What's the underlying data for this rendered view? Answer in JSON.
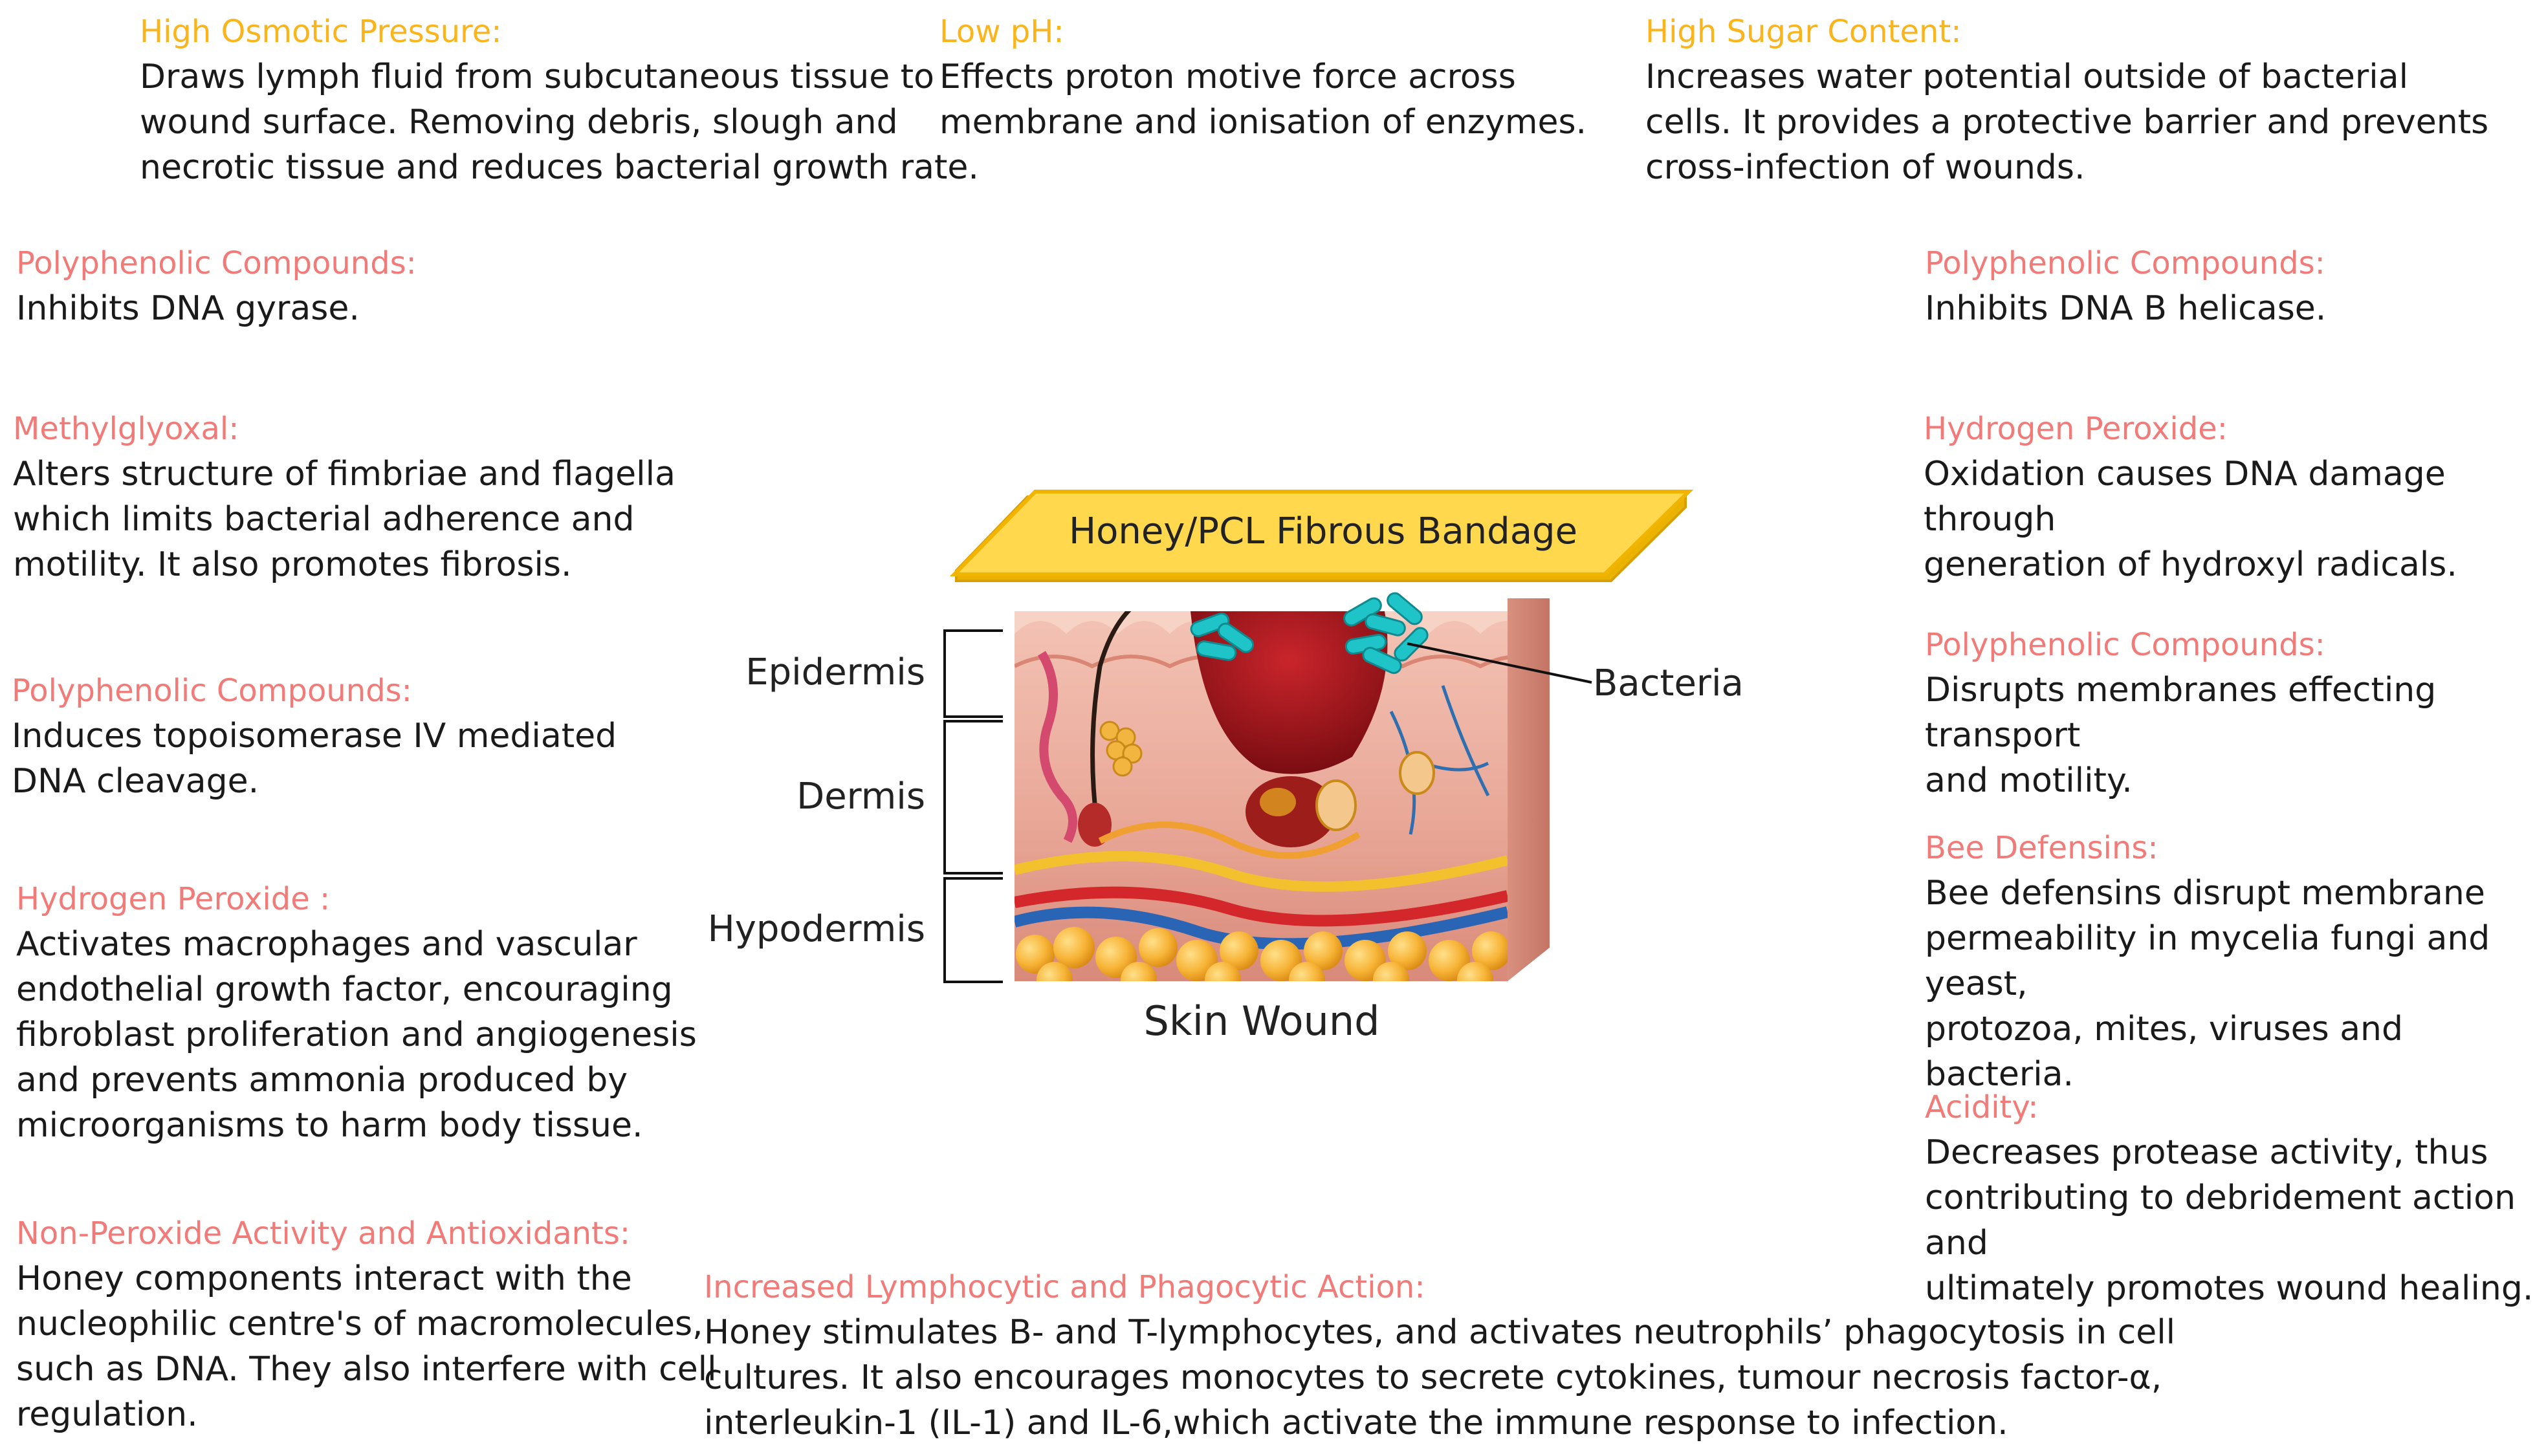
{
  "colors": {
    "heading_yellow": "#f9b51b",
    "heading_red": "#f07b78",
    "bandage_fill": "#ffd84d",
    "bandage_stroke": "#f1b400",
    "bacteria": "#1fc4c8"
  },
  "annotations": {
    "osmotic": {
      "heading": "High Osmotic Pressure:",
      "text": "Draws lymph fluid from subcutaneous tissue to\nwound surface. Removing debris, slough and\nnecrotic tissue and reduces bacterial growth rate."
    },
    "low_ph": {
      "heading": "Low pH:",
      "text": "Effects proton motive force across\nmembrane and ionisation of enzymes."
    },
    "sugar": {
      "heading": "High Sugar Content:",
      "text": "Increases water potential outside of bacterial\ncells. It provides a protective barrier and prevents\ncross-infection of wounds."
    },
    "poly_gyrase": {
      "heading": "Polyphenolic Compounds:",
      "text": "Inhibits DNA gyrase."
    },
    "methylglyoxal": {
      "heading": "Methylglyoxal:",
      "text": "Alters structure of fimbriae and flagella\nwhich limits bacterial adherence and\nmotility. It also promotes fibrosis."
    },
    "poly_topo": {
      "heading": "Polyphenolic Compounds:",
      "text": "Induces topoisomerase IV mediated\nDNA cleavage."
    },
    "h2o2_left": {
      "heading": "Hydrogen Peroxide :",
      "text": "Activates macrophages and vascular\nendothelial growth factor, encouraging\nfibroblast proliferation and angiogenesis\nand prevents ammonia produced by\nmicroorganisms to harm body tissue."
    },
    "non_peroxide": {
      "heading": "Non-Peroxide Activity and Antioxidants:",
      "text": "Honey components interact with the\nnucleophilic centre's of macromolecules,\nsuch as DNA. They also interfere with cell\nregulation."
    },
    "poly_helicase": {
      "heading": "Polyphenolic Compounds:",
      "text": "Inhibits DNA B helicase."
    },
    "h2o2_right": {
      "heading": "Hydrogen Peroxide:",
      "text": "Oxidation causes DNA damage through\ngeneration of hydroxyl radicals."
    },
    "poly_membrane": {
      "heading": "Polyphenolic Compounds:",
      "text": "Disrupts membranes effecting transport\nand motility."
    },
    "defensins": {
      "heading": "Bee Defensins:",
      "text": "Bee defensins disrupt membrane\npermeability in mycelia fungi and yeast,\nprotozoa, mites, viruses and bacteria."
    },
    "acidity": {
      "heading": "Acidity:",
      "text": "Decreases protease activity, thus\ncontributing to debridement action and\nultimately promotes wound healing."
    },
    "lymphocytic": {
      "heading": "Increased Lymphocytic and Phagocytic Action:",
      "text": "Honey stimulates B- and T-lymphocytes, and activates neutrophils’ phagocytosis in cell\ncultures. It also encourages monocytes to secrete cytokines, tumour necrosis factor-α,\ninterleukin-1 (IL-1) and IL-6,which activate the immune response to infection."
    }
  },
  "figure": {
    "bandage_label": "Honey/PCL Fibrous Bandage",
    "layers": {
      "epidermis": "Epidermis",
      "dermis": "Dermis",
      "hypodermis": "Hypodermis"
    },
    "bacteria_label": "Bacteria",
    "caption": "Skin Wound"
  }
}
